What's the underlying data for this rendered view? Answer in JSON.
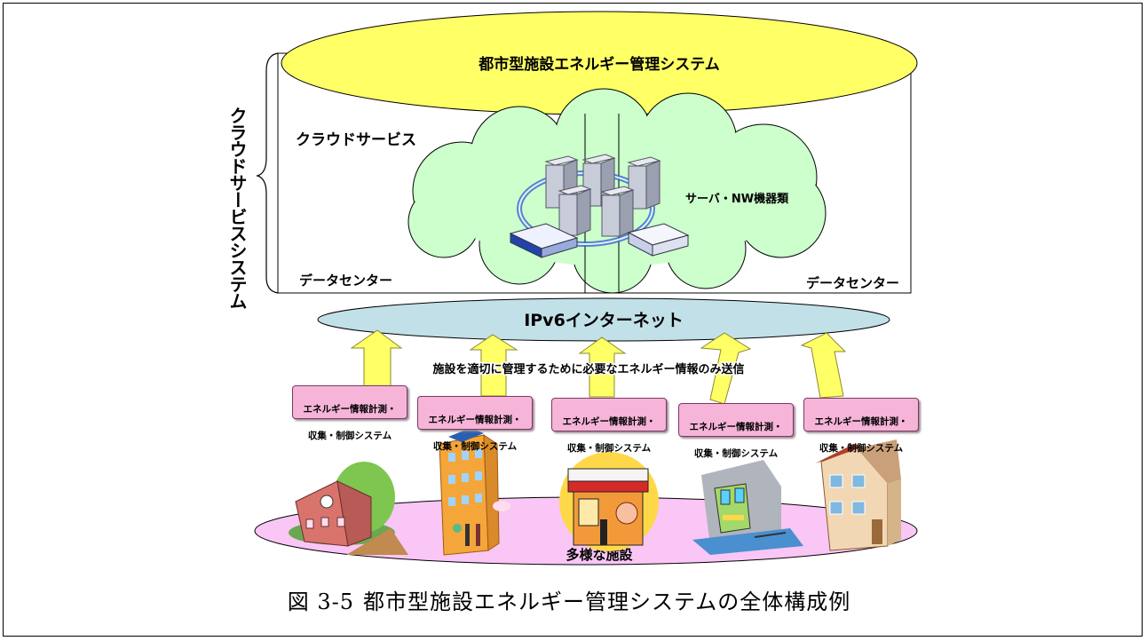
{
  "title": "都市型施設エネルギー管理システム",
  "side_label": "クラウドサービスシステム",
  "cloud_service_label": "クラウドサービス",
  "server_label": "サーバ・NW機器類",
  "datacenter_left": "データセンター",
  "datacenter_right": "データセンター",
  "internet_label": "IPv6インターネット",
  "send_note": "施設を適切に管理するために必要なエネルギー情報のみ送信",
  "systems": [
    {
      "line1": "エネルギー情報計測・",
      "line2": "収集・制御システム"
    },
    {
      "line1": "エネルギー情報計測・",
      "line2": "収集・制御システム"
    },
    {
      "line1": "エネルギー情報計測・",
      "line2": "収集・制御システム"
    },
    {
      "line1": "エネルギー情報計測・",
      "line2": "収集・制御システム"
    },
    {
      "line1": "エネルギー情報計測・",
      "line2": "収集・制御システム"
    }
  ],
  "facilities_label": "多様な施設",
  "facility_icons": [
    "school-icon",
    "office-building-icon",
    "shop-icon",
    "train-icon",
    "house-icon"
  ],
  "caption_number": "図 3-5",
  "caption_text": "都市型施設エネルギー管理システムの全体構成例",
  "colors": {
    "top_ellipse": "#ffff66",
    "internet_ellipse": "#c2e0e8",
    "cloud": "#ccffcc",
    "facility_ellipse": "#f9c6f5",
    "arrow": "#ffff66",
    "system_box": "#f5b4d8"
  }
}
